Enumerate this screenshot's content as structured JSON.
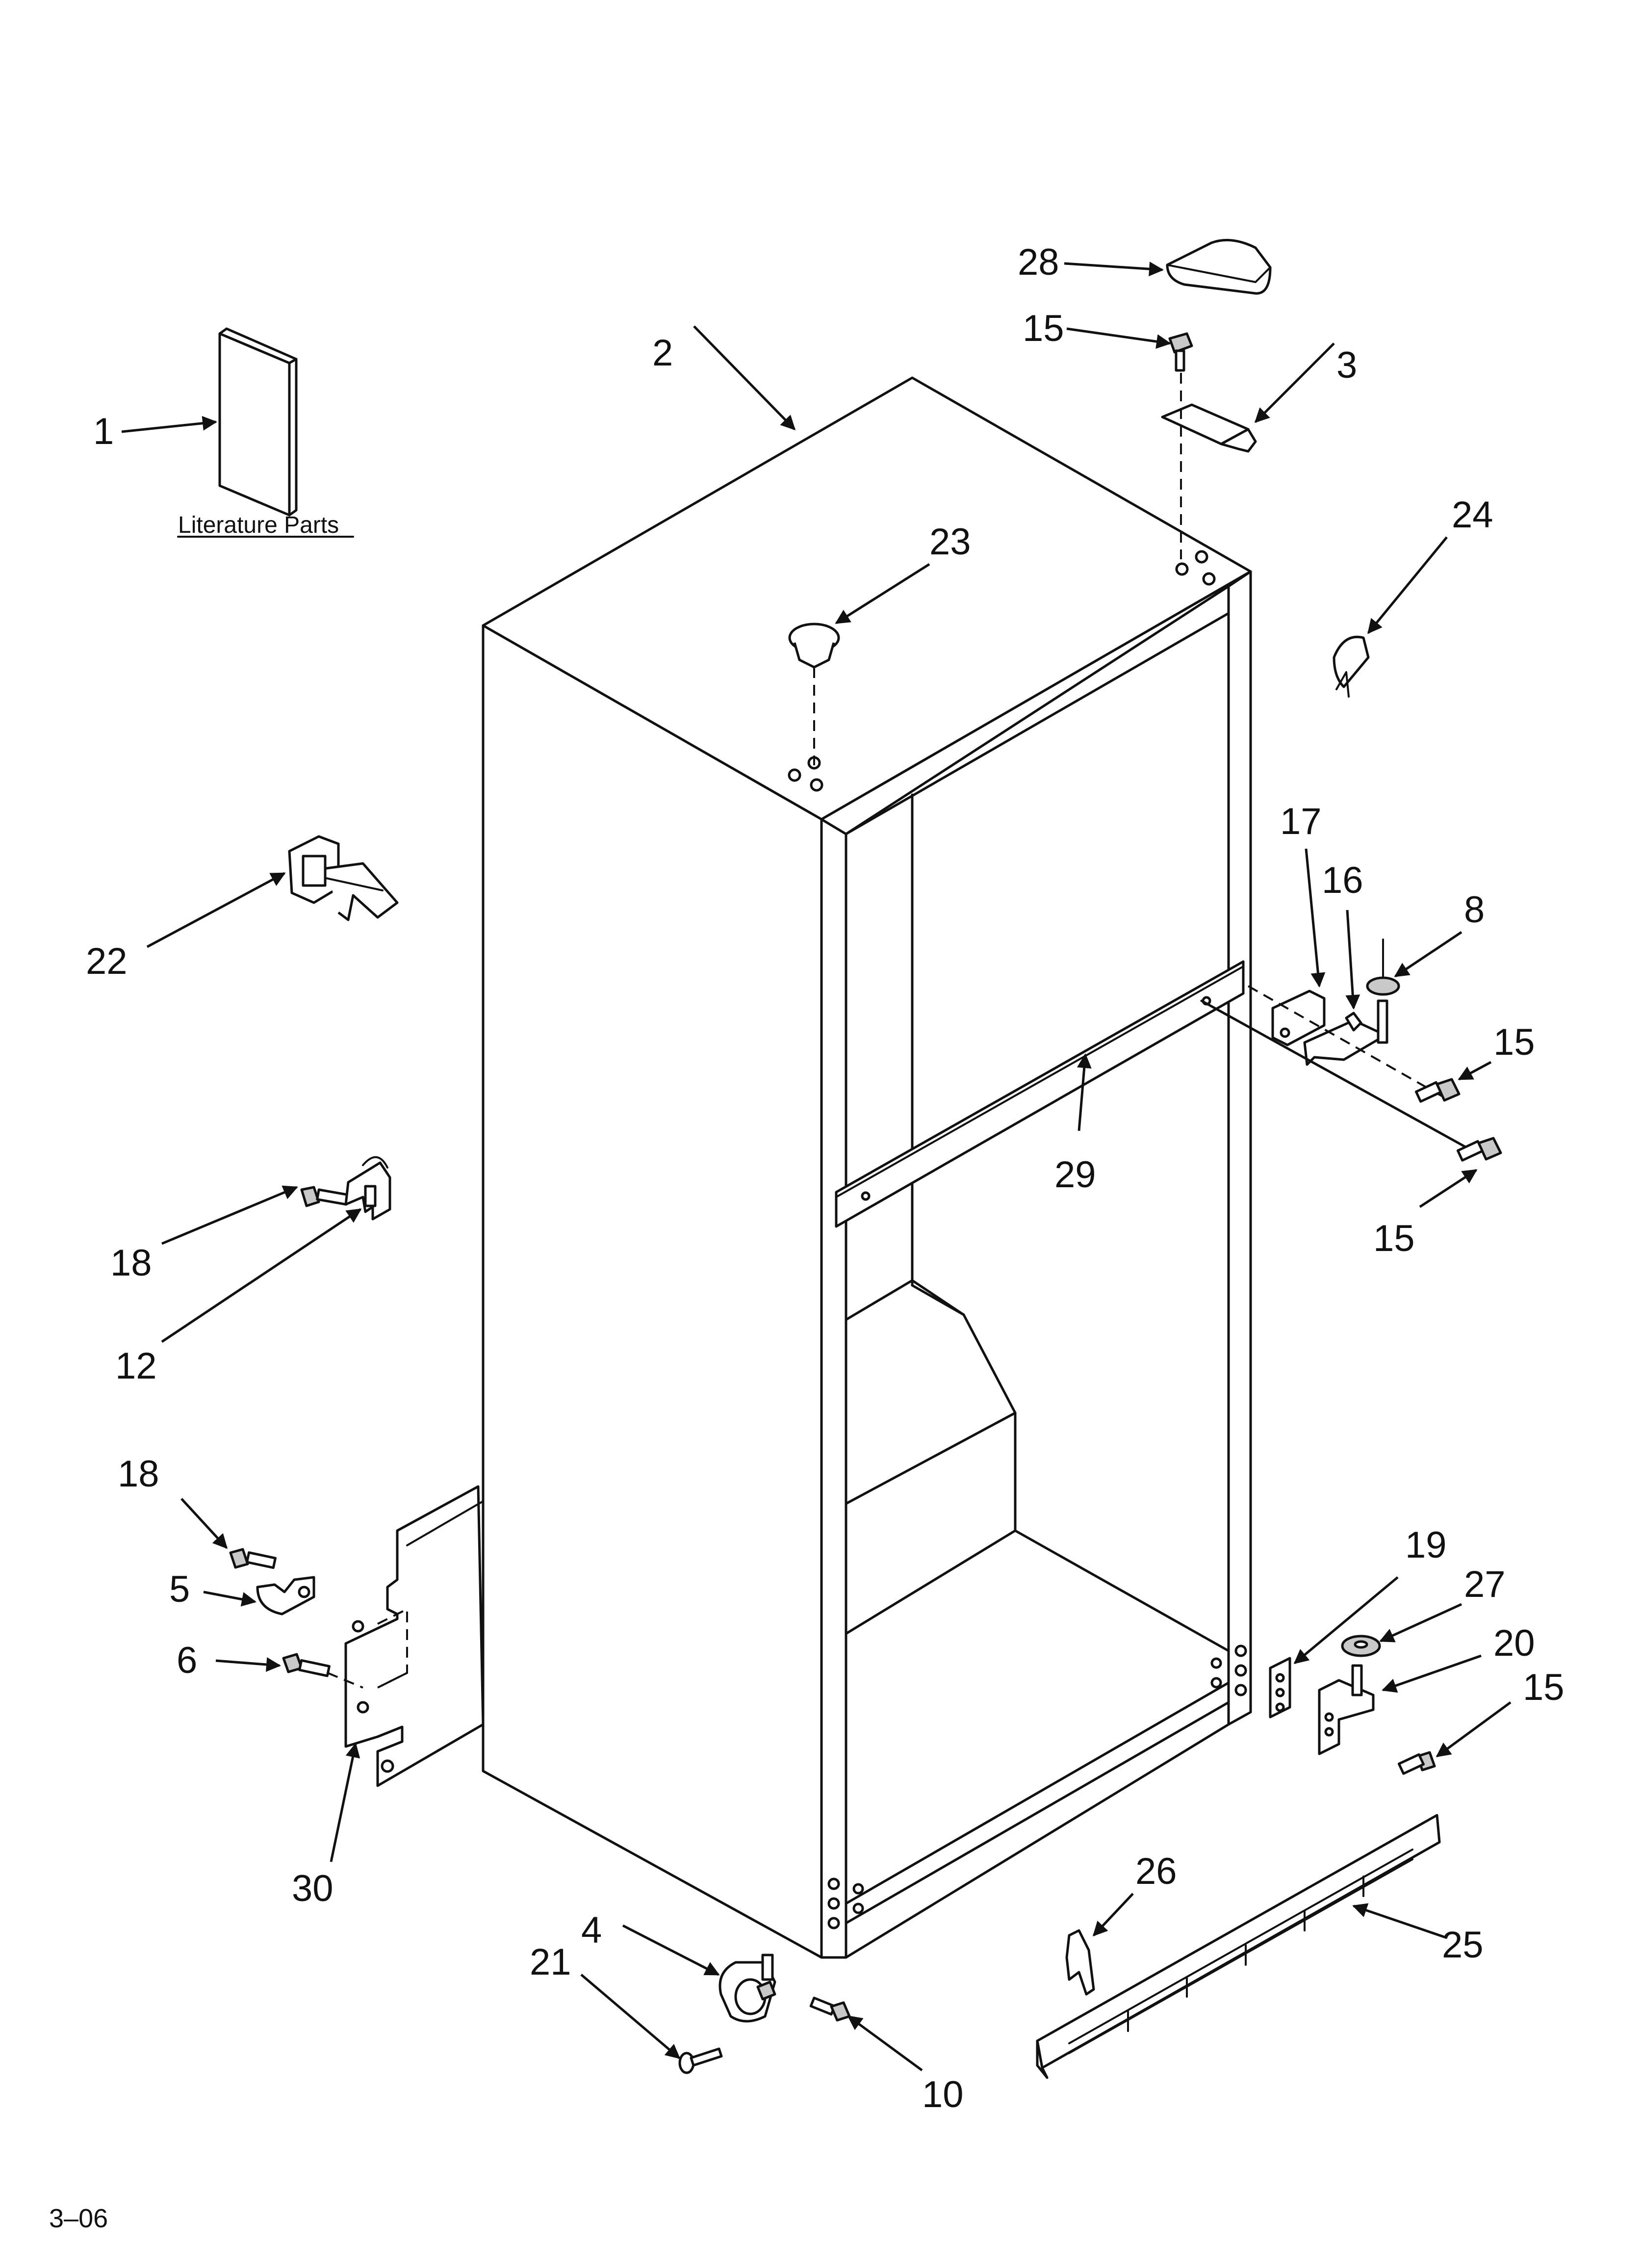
{
  "literature_caption": "Literature Parts",
  "footer_code": "3–06",
  "callouts": [
    "1",
    "2",
    "3",
    "4",
    "5",
    "6",
    "8",
    "10",
    "12",
    "15",
    "15",
    "15",
    "15",
    "16",
    "17",
    "18",
    "18",
    "19",
    "20",
    "21",
    "22",
    "23",
    "24",
    "25",
    "26",
    "27",
    "28",
    "29",
    "30"
  ]
}
